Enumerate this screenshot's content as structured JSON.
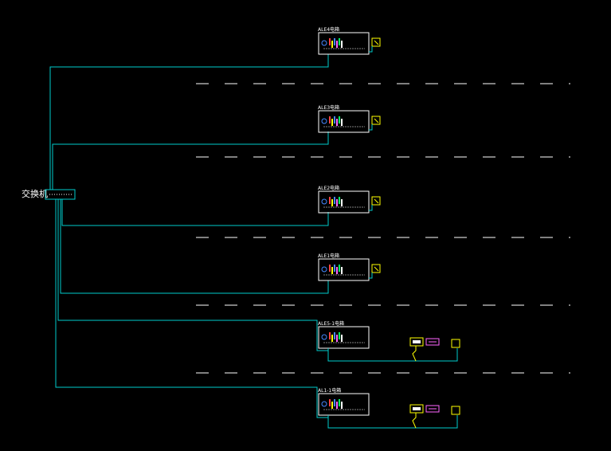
{
  "diagram": {
    "switch": {
      "label": "交换机"
    },
    "panels": [
      {
        "label": "ALE4电箱"
      },
      {
        "label": "ALE3电箱"
      },
      {
        "label": "ALE2电箱"
      },
      {
        "label": "ALE1电箱"
      },
      {
        "label": "ALE5-1电箱"
      },
      {
        "label": "AL1-1电箱"
      }
    ],
    "colors": {
      "background": "#000000",
      "cable": "#00cccc",
      "box": "#ffffff",
      "floor_line": "#ffffff",
      "device": "#ffff00",
      "display": "#ff66ff"
    }
  }
}
